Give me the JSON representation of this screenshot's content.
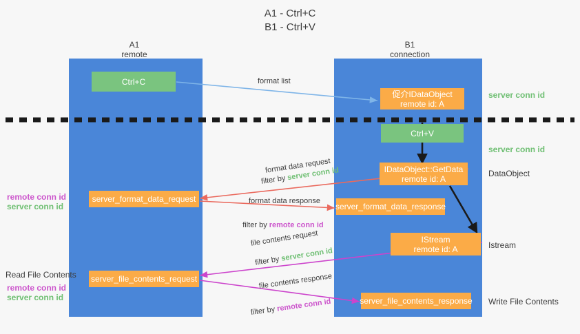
{
  "title": "A1 - Ctrl+C\nB1 - Ctrl+V",
  "lanes": [
    {
      "name": "A1",
      "sub": "remote",
      "header": "A1\nremote"
    },
    {
      "name": "B1",
      "sub": "connection",
      "header": "B1\nconnection"
    }
  ],
  "nodes": {
    "ctrl_c": "Ctrl+C",
    "ctrl_v": "Ctrl+V",
    "idataobject": "促介IDataObject\nremote id: A",
    "getdata": "IDataObject::GetData\nremote id: A",
    "istream": "IStream\nremote id: A",
    "server_format_data_request": "server_format_data_request",
    "server_format_data_response": "server_format_data_response",
    "server_file_contents_request": "server_file_contents_request",
    "server_file_contents_response": "server_file_contents_response"
  },
  "edges": {
    "format_list": "format list",
    "format_data_request": "format data request",
    "format_data_request_filter_prefix": "filter by ",
    "format_data_request_filter_value": "server conn id",
    "format_data_response": "format data response",
    "format_data_response_filter_prefix": "filter by ",
    "format_data_response_filter_value": "remote conn id",
    "file_contents_request": "file contents request",
    "file_contents_request_filter_prefix": "filter by ",
    "file_contents_request_filter_value": "server conn id",
    "file_contents_response": "file contents response",
    "file_contents_response_filter_prefix": "filter by ",
    "file_contents_response_filter_value": "remote conn id"
  },
  "annotations": {
    "right_server_conn_id_top": "server conn id",
    "right_server_conn_id_mid": "server conn id",
    "right_dataobject": "DataObject",
    "right_istream": "Istream",
    "right_write_file_contents": "Write File Contents",
    "left_remote_conn_id_1": "remote conn id",
    "left_server_conn_id_1": "server conn id",
    "left_read_file_contents": "Read File Contents",
    "left_remote_conn_id_2": "remote conn id",
    "left_server_conn_id_2": "server conn id"
  },
  "colors": {
    "lane": "#4a86d8",
    "green_node": "#7ac47f",
    "orange_node": "#fbab47",
    "blue_arrow": "#7fb5e8",
    "red_arrow": "#ea6a5e",
    "magenta_arrow": "#cc44cc",
    "black_arrow": "#1a1a1a",
    "green_text": "#6fbf73",
    "magenta_text": "#cc55cc",
    "background": "#f7f7f7"
  }
}
